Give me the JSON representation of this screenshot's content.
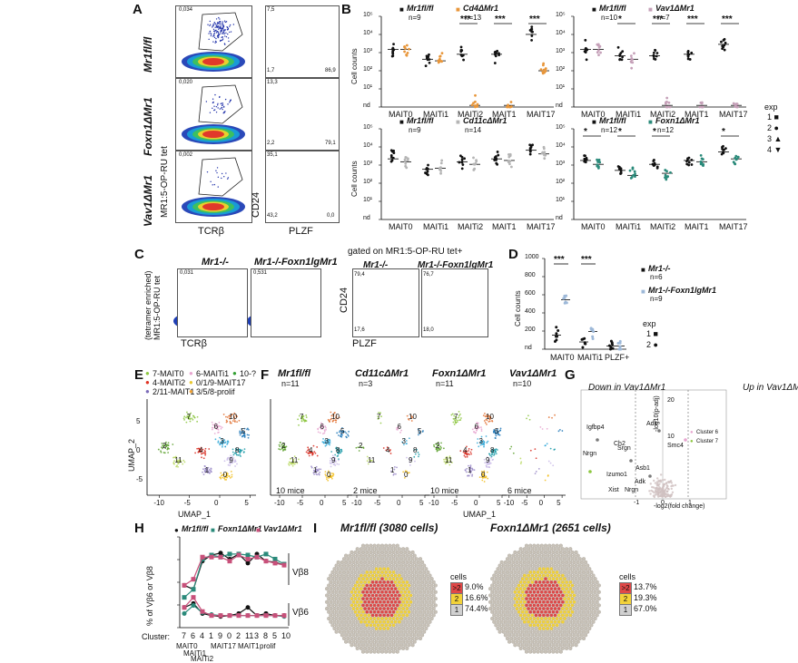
{
  "panels": {
    "A": {
      "letter": "A",
      "rows": [
        "Mr1fl/fl",
        "Foxn1ΔMr1",
        "Vav1ΔMr1"
      ],
      "xlabel_left": "TCRβ",
      "xlabel_right": "PLZF",
      "ylabel_left": "MR1:5-OP-RU tet",
      "ylabel_right": "CD24",
      "gate_tet": [
        "0,034",
        "0,020",
        "0,002"
      ],
      "quad": [
        [
          "7,5",
          "1,7",
          "86,9"
        ],
        [
          "13,3",
          "2,2",
          "79,1"
        ],
        [
          "35,1",
          "43,2",
          "0,0"
        ]
      ]
    },
    "B": {
      "letter": "B",
      "ylabel": "Cell counts",
      "yticks": [
        "10⁵",
        "10⁴",
        "10³",
        "10²",
        "10¹",
        "nd"
      ],
      "categories": [
        "MAIT0",
        "MAITi1",
        "MAITi2",
        "MAIT1",
        "MAIT17"
      ],
      "subplots": [
        {
          "ctrl": "Mr1fl/fl",
          "ctrl_n": "n=9",
          "ko": "Cd4ΔMr1",
          "ko_n": "n=13",
          "sig": [
            "",
            "",
            "***",
            "***",
            "***"
          ]
        },
        {
          "ctrl": "Mr1fl/fl",
          "ctrl_n": "n=10",
          "ko": "Vav1ΔMr1",
          "ko_n": "n=7",
          "sig": [
            "",
            "*",
            "***",
            "***",
            "***"
          ]
        },
        {
          "ctrl": "Mr1fl/fl",
          "ctrl_n": "n=9",
          "ko": "Cd11cΔMr1",
          "ko_n": "n=14",
          "sig": [
            "",
            "",
            "",
            "",
            ""
          ]
        },
        {
          "ctrl": "Mr1fl/fl",
          "ctrl_n": "n=12",
          "ko": "Foxn1ΔMr1",
          "ko_n": "n=12",
          "sig": [
            "*",
            "*",
            "*",
            "",
            "*"
          ]
        }
      ],
      "exp_title": "exp",
      "exp_items": [
        "1 ■",
        "2 ●",
        "3 ▲",
        "4 ▼"
      ]
    },
    "C": {
      "letter": "C",
      "left_titles": [
        "Mr1-/-",
        "Mr1-/-Foxn1lgMr1"
      ],
      "gated": "gated on MR1:5-OP-RU tet+",
      "ylabel": "(tetramer enriched) MR1:5-OP-RU tet",
      "xlabel_left": "TCRβ",
      "ylabel_right": "CD24",
      "xlabel_right": "PLZF",
      "tet_vals": [
        "0,031",
        "0,531"
      ],
      "quad_vals": [
        [
          "79,4",
          "17,6"
        ],
        [
          "76,7",
          "18,0"
        ]
      ]
    },
    "D": {
      "letter": "D",
      "ylabel": "Cell counts",
      "categories": [
        "MAIT0",
        "MAITi1",
        "PLZF+"
      ],
      "sig": [
        "***",
        "***",
        ""
      ],
      "ctrl": "Mr1-/-",
      "ctrl_n": "n=6",
      "ko": "Mr1-/-Foxn1lgMr1",
      "ko_n": "n=9",
      "yticks": [
        "1000",
        "800",
        "600",
        "400",
        "200",
        "nd"
      ],
      "exp_items": [
        "1 ■",
        "2 ●"
      ]
    },
    "E": {
      "letter": "E",
      "legend": [
        "7-MAIT0",
        "6-MAITi1",
        "10-?",
        "4-MAITi2",
        "0/1/9-MAIT17",
        "2/11-MAIT1",
        "3/5/8-prolif"
      ],
      "xlabel": "UMAP_1",
      "ylabel": "UMAP_2",
      "xticks": [
        "-10",
        "-5",
        "0",
        "5"
      ],
      "yticks": [
        "5",
        "0",
        "-5"
      ],
      "clusters": [
        "7",
        "6",
        "2",
        "4",
        "10",
        "3",
        "5",
        "0",
        "8",
        "11",
        "1",
        "9"
      ]
    },
    "F": {
      "letter": "F",
      "subplots": [
        {
          "title": "Mr1fl/fl",
          "n": "n=11",
          "mice": "10 mice"
        },
        {
          "title": "Cd11cΔMr1",
          "n": "n=3",
          "mice": "2 mice"
        },
        {
          "title": "Foxn1ΔMr1",
          "n": "n=11",
          "mice": "10 mice"
        },
        {
          "title": "Vav1ΔMr1",
          "n": "n=10",
          "mice": "6 mice"
        }
      ],
      "xlabel": "UMAP_1",
      "xticks": [
        "-10",
        "-5",
        "0",
        "5"
      ]
    },
    "G": {
      "letter": "G",
      "down": "Down in Vav1ΔMr1",
      "up": "Up in Vav1ΔMr1",
      "ylabel": "-log10(p-adj)",
      "xlabel": "-log2(fold change)",
      "xticks": [
        "-1",
        "0",
        "1"
      ],
      "yticks": [
        "20",
        "10"
      ],
      "genes": [
        "Adk",
        "Igfbp4",
        "Ch2",
        "Srgn",
        "Nrgn",
        "Izumo1",
        "Asb1",
        "Adk",
        "Xist",
        "Nrgn",
        "Smc4"
      ],
      "legend": [
        "Cluster 6",
        "Cluster 7"
      ]
    },
    "H": {
      "letter": "H",
      "ylabel": "% of Vβ6 or Vβ8",
      "legend": [
        "Mr1fl/fl",
        "Foxn1ΔMr1",
        "Vav1ΔMr1"
      ],
      "cluster_label": "Cluster:",
      "clusters": [
        "7",
        "6",
        "4",
        "1",
        "9",
        "0",
        "2",
        "11",
        "3",
        "8",
        "5",
        "10"
      ],
      "groups": [
        "MAIT0",
        "MAITi1",
        "MAITi2",
        "MAIT17",
        "MAIT1",
        "prolif"
      ],
      "vb8": "Vβ8",
      "vb6": "Vβ6",
      "yticks": [
        "80",
        "60",
        "40",
        "20",
        "0"
      ]
    },
    "I": {
      "letter": "I",
      "titles": [
        "Mr1fl/fl (3080 cells)",
        "Foxn1ΔMr1 (2651 cells)"
      ],
      "legend_title": "cells",
      "left": [
        {
          "k": ">2",
          "v": "9.0%"
        },
        {
          "k": "2",
          "v": "16.6%"
        },
        {
          "k": "1",
          "v": "74.4%"
        }
      ],
      "right": [
        {
          "k": ">2",
          "v": "13.7%"
        },
        {
          "k": "2",
          "v": "19.3%"
        },
        {
          "k": "1",
          "v": "67.0%"
        }
      ]
    }
  },
  "chart_data": [
    {
      "type": "line",
      "title": "",
      "ylabel": "% of Vβ6 or Vβ8",
      "categories": [
        "7",
        "6",
        "4",
        "1",
        "9",
        "0",
        "2",
        "11",
        "3",
        "8",
        "5",
        "10"
      ],
      "series": [
        {
          "name": "Mr1fl/fl",
          "values": [
            42,
            38,
            66,
            72,
            74,
            68,
            73,
            64,
            73,
            66,
            65,
            62
          ]
        },
        {
          "name": "Foxn1ΔMr1",
          "values": [
            30,
            38,
            68,
            72,
            70,
            73,
            73,
            72,
            70,
            73,
            68,
            63
          ]
        },
        {
          "name": "Vav1ΔMr1",
          "values": [
            42,
            48,
            70,
            70,
            70,
            66,
            72,
            68,
            70,
            66,
            64,
            62
          ]
        },
        {
          "name": "Mr1fl/fl",
          "values": [
            20,
            24,
            14,
            12,
            11,
            12,
            14,
            20,
            12,
            14,
            12,
            12
          ]
        },
        {
          "name": "Foxn1ΔMr1",
          "values": [
            14,
            22,
            15,
            13,
            12,
            12,
            12,
            12,
            12,
            12,
            12,
            11
          ]
        },
        {
          "name": "Vav1ΔMr1",
          "values": [
            20,
            30,
            16,
            12,
            12,
            12,
            12,
            12,
            12,
            12,
            12,
            12
          ]
        }
      ],
      "ylim": [
        0,
        90
      ]
    }
  ]
}
